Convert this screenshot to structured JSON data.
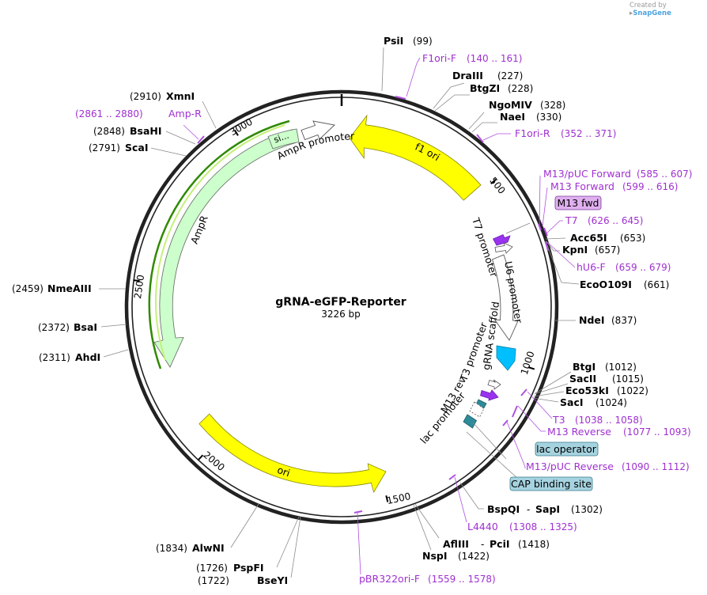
{
  "credit": {
    "prefix": "Created by",
    "brand": "SnapGene"
  },
  "plasmid": {
    "name": "gRNA-eGFP-Reporter",
    "length_label": "3226 bp"
  },
  "ticks": [
    "500",
    "1000",
    "1500",
    "2000",
    "2500",
    "3000"
  ],
  "sites": [
    {
      "name": "PsiI",
      "pos": "(99)"
    },
    {
      "name": "DraIII",
      "pos": "(227)"
    },
    {
      "name": "BtgZI",
      "pos": "(228)"
    },
    {
      "name": "NgoMIV",
      "pos": "(328)"
    },
    {
      "name": "NaeI",
      "pos": "(330)"
    },
    {
      "name": "Acc65I",
      "pos": "(653)"
    },
    {
      "name": "KpnI",
      "pos": "(657)"
    },
    {
      "name": "EcoO109I",
      "pos": "(661)"
    },
    {
      "name": "NdeI",
      "pos": "(837)"
    },
    {
      "name": "BtgI",
      "pos": "(1012)"
    },
    {
      "name": "SacII",
      "pos": "(1015)"
    },
    {
      "name": "Eco53kI",
      "pos": "(1022)"
    },
    {
      "name": "SacI",
      "pos": "(1024)"
    },
    {
      "name": "BspQI",
      "name2": "SapI",
      "pos": "(1302)"
    },
    {
      "name": "AflIII",
      "name2": "PciI",
      "pos": "(1418)"
    },
    {
      "name": "NspI",
      "pos": "(1422)"
    },
    {
      "name": "BseYI",
      "pos": "(1722)"
    },
    {
      "name": "PspFI",
      "pos": "(1726)"
    },
    {
      "name": "AlwNI",
      "pos": "(1834)"
    },
    {
      "name": "AhdI",
      "pos": "(2311)"
    },
    {
      "name": "BsaI",
      "pos": "(2372)"
    },
    {
      "name": "NmeAIII",
      "pos": "(2459)"
    },
    {
      "name": "ScaI",
      "pos": "(2791)"
    },
    {
      "name": "BsaHI",
      "pos": "(2848)"
    },
    {
      "name": "XmnI",
      "pos": "(2910)"
    }
  ],
  "primers": [
    {
      "name": "F1ori-F",
      "range": "(140 .. 161)"
    },
    {
      "name": "F1ori-R",
      "range": "(352 .. 371)"
    },
    {
      "name": "M13/pUC Forward",
      "range": "(585 .. 607)"
    },
    {
      "name": "M13 Forward",
      "range": "(599 .. 616)"
    },
    {
      "name": "T7",
      "range": "(626 .. 645)"
    },
    {
      "name": "hU6-F",
      "range": "(659 .. 679)"
    },
    {
      "name": "T3",
      "range": "(1038 .. 1058)"
    },
    {
      "name": "M13 Reverse",
      "range": "(1077 .. 1093)"
    },
    {
      "name": "M13/pUC Reverse",
      "range": "(1090 .. 1112)"
    },
    {
      "name": "L4440",
      "range": "(1308 .. 1325)"
    },
    {
      "name": "pBR322ori-F",
      "range": "(1559 .. 1578)"
    },
    {
      "name": "Amp-R",
      "range": "(2861 .. 2880)"
    }
  ],
  "boxed_features": {
    "m13_fwd": "M13 fwd",
    "lac_operator": "lac operator",
    "cap_site": "CAP binding site"
  },
  "features": {
    "f1_ori": "f1 ori",
    "ori": "ori",
    "ampr": "AmpR",
    "ampr_promoter": "AmpR promoter",
    "ampr_small": "si...",
    "t7_promoter": "T7 promoter",
    "u6_promoter": "U6 promoter",
    "grna_scaffold": "gRNA scaffold",
    "t3_promoter": "T3 promoter",
    "m13_rev": "M13 rev",
    "lac_promoter": "lac promoter"
  },
  "colors": {
    "yellow_feature": "#ffff00",
    "amp_feature": "#ccffcc",
    "primer": "#b050e0",
    "scaffold": "#00bfff",
    "lac_box": "#a6d3e0",
    "m13_box": "#e0b0f0",
    "purple_arrow": "#9933ee",
    "teal_box": "#2e8b9a"
  }
}
